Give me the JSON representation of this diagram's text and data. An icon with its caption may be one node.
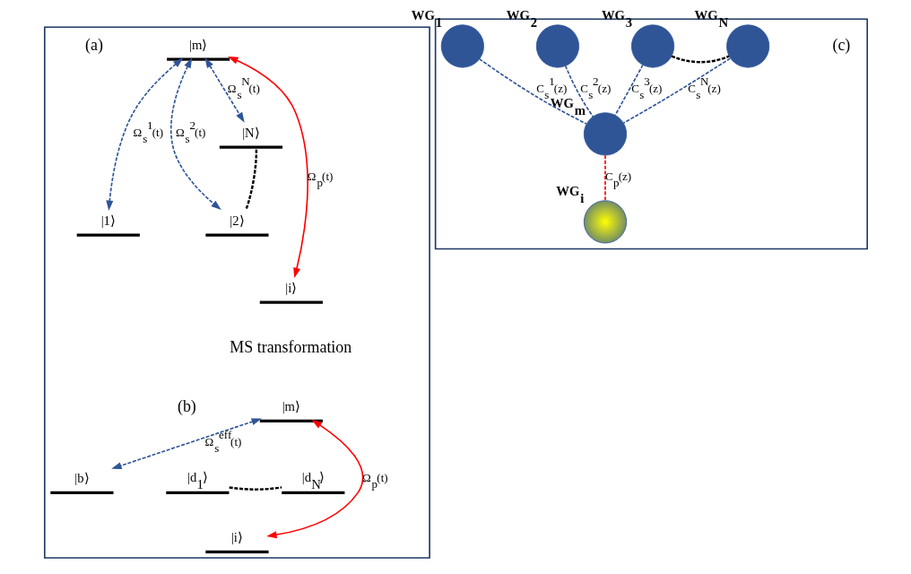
{
  "diagram": {
    "nodes": [
      {
        "text": [],
        "shape": "box"
      },
      {
        "text": [
          "|m⟩"
        ],
        "in": 0
      },
      {
        "text": [
          "|1⟩"
        ],
        "in": 0
      },
      {
        "text": [
          "|2⟩"
        ],
        "in": 0
      },
      {
        "text": [
          "|N⟩"
        ],
        "in": 0
      },
      {
        "text": [
          "|i⟩"
        ],
        "in": 0
      },
      {
        "text": [
          "|m⟩"
        ],
        "in": 0
      },
      {
        "text": [
          "|b⟩"
        ],
        "in": 0
      },
      {
        "text": [
          "|d$_{1}$⟩"
        ],
        "in": 0
      },
      {
        "text": [
          "|d$_{N}$⟩"
        ],
        "in": 0
      },
      {
        "text": [
          "|i⟩"
        ],
        "in": 0
      },
      {
        "text": [],
        "shape": "box"
      },
      {
        "text": [],
        "shape": "circle",
        "beside": [
          "WG$_{1}$"
        ],
        "in": 11
      },
      {
        "text": [],
        "shape": "circle",
        "beside": [
          "WG$_{2}$"
        ],
        "in": 11
      },
      {
        "text": [],
        "shape": "circle",
        "beside": [
          "WG$_{3}$"
        ],
        "in": 11
      },
      {
        "text": [],
        "shape": "circle",
        "beside": [
          "WG$_{N}$"
        ],
        "in": 11
      },
      {
        "text": [],
        "shape": "circle",
        "beside": [
          "WG$_{m}$"
        ],
        "in": 11
      },
      {
        "text": [],
        "shape": "circle",
        "beside": [
          "WG$_{i}$"
        ],
        "in": 11
      }
    ],
    "edges": [
      {
        "from": 1,
        "to": 5,
        "arrow": "both",
        "color": "#ff0000",
        "label": "Ω$_{p}$(t)"
      },
      {
        "from": 1,
        "to": 2,
        "arrow": "both",
        "style": "dashed",
        "label": "Ω$_{s}$$^{1}$(t)"
      },
      {
        "from": 1,
        "to": 3,
        "arrow": "both",
        "style": "dashed",
        "label": "Ω$_{s}$$^{2}$(t)"
      },
      {
        "from": 1,
        "to": 4,
        "arrow": "both",
        "style": "dashed",
        "label": "Ω$_{s}$$^{N}$(t)"
      },
      {
        "from": 3,
        "to": 4,
        "arrow": "none",
        "style": "dashed",
        "color": "#000000"
      },
      {
        "from": 6,
        "to": 10,
        "arrow": "both",
        "color": "#ff0000",
        "label": "Ω$_{p}$(t)"
      },
      {
        "from": 6,
        "to": 7,
        "arrow": "both",
        "style": "dashed",
        "label": "Ω$_{s}$$^{eff}$(t)"
      },
      {
        "from": 8,
        "to": 9,
        "arrow": "none",
        "style": "dashed",
        "color": "#000000"
      },
      {
        "from": 12,
        "to": 16,
        "arrow": "none",
        "style": "dashed",
        "label": "C$_{s}$$^{1}$(z)"
      },
      {
        "from": 13,
        "to": 16,
        "arrow": "none",
        "style": "dashed",
        "label": "C$_{s}$$^{2}$(z)"
      },
      {
        "from": 14,
        "to": 16,
        "arrow": "none",
        "style": "dashed",
        "label": "C$_{s}$$^{3}$(z)"
      },
      {
        "from": 15,
        "to": 16,
        "arrow": "none",
        "style": "dashed",
        "label": "C$_{s}$$^{N}$(z)"
      },
      {
        "from": 14,
        "to": 15,
        "arrow": "none",
        "style": "dashed",
        "color": "#000000"
      },
      {
        "from": 16,
        "to": 17,
        "arrow": "none",
        "style": "dashed",
        "color": "#ff0000",
        "label": "C$_{p}$(z)"
      }
    ],
    "labels": [
      "(a)",
      "MS transformation",
      "(b)",
      "(c)"
    ]
  }
}
